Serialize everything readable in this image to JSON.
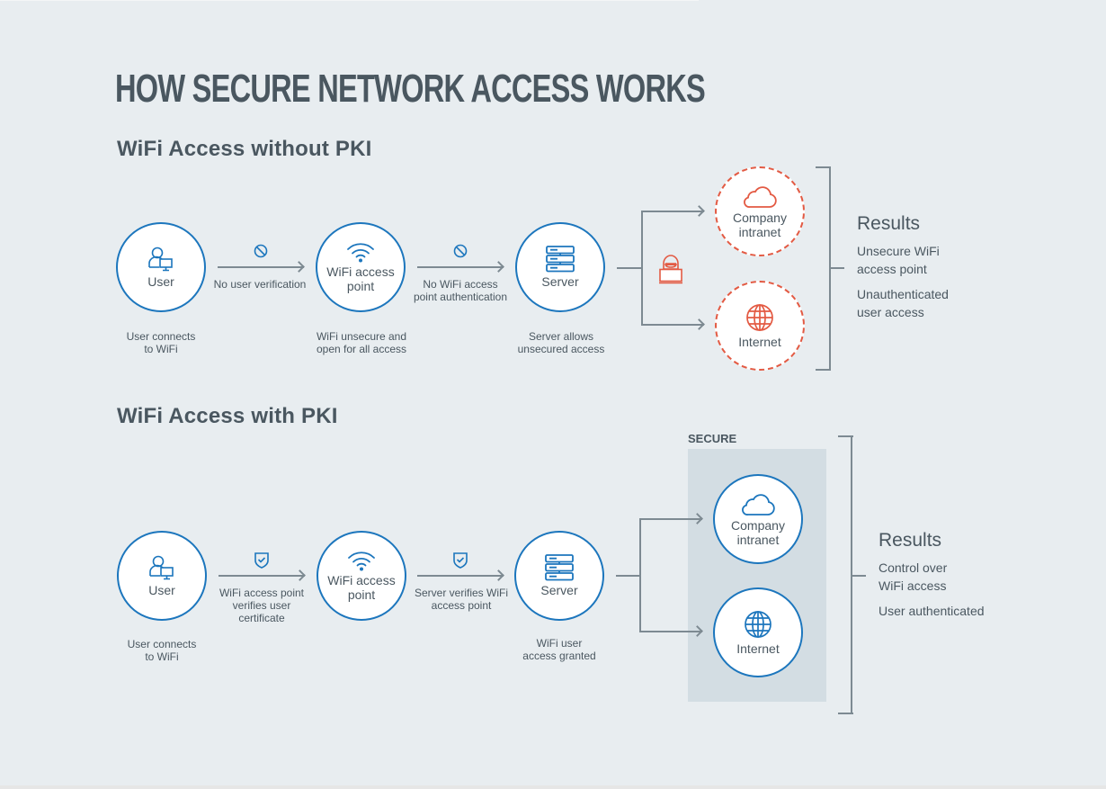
{
  "title": "HOW SECURE NETWORK ACCESS WORKS",
  "colors": {
    "background": "#e8edf0",
    "text": "#4a5760",
    "secure_blue": "#1c76bd",
    "danger_red": "#e35a43",
    "connector": "#7d8a92",
    "secure_zone": "#d3dde3"
  },
  "without_pki": {
    "heading": "WiFi Access without PKI",
    "nodes": {
      "user": {
        "label": "User",
        "icon": "user-computer-icon",
        "caption": [
          "User connects",
          "to WiFi"
        ]
      },
      "wifi": {
        "label": [
          "WiFi access",
          "point"
        ],
        "icon": "wifi-icon",
        "caption": [
          "WiFi unsecure and",
          "open for all access"
        ]
      },
      "server": {
        "label": "Server",
        "icon": "server-icon",
        "caption": [
          "Server allows",
          "unsecured access"
        ]
      },
      "intranet": {
        "label": [
          "Company",
          "intranet"
        ],
        "icon": "cloud-icon",
        "status": "unsecured"
      },
      "internet": {
        "label": "Internet",
        "icon": "globe-icon",
        "status": "unsecured"
      }
    },
    "edges": [
      {
        "icon": "prohibited-icon",
        "label": [
          "No user verification"
        ]
      },
      {
        "icon": "prohibited-icon",
        "label": [
          "No WiFi access",
          "point authentication"
        ]
      }
    ],
    "threat_icon": "hacker-icon",
    "results": {
      "title": "Results",
      "items": [
        [
          "Unsecure WiFi",
          "access point"
        ],
        [
          "Unauthenticated",
          "user access"
        ]
      ]
    }
  },
  "with_pki": {
    "heading": "WiFi Access with PKI",
    "secure_zone_label": "SECURE",
    "nodes": {
      "user": {
        "label": "User",
        "icon": "user-computer-icon",
        "caption": [
          "User connects",
          "to WiFi"
        ]
      },
      "wifi": {
        "label": [
          "WiFi access",
          "point"
        ],
        "icon": "wifi-icon"
      },
      "server": {
        "label": "Server",
        "icon": "server-icon",
        "caption": [
          "WiFi user",
          "access granted"
        ]
      },
      "intranet": {
        "label": [
          "Company",
          "intranet"
        ],
        "icon": "cloud-icon",
        "status": "secured"
      },
      "internet": {
        "label": "Internet",
        "icon": "globe-icon",
        "status": "secured"
      }
    },
    "edges": [
      {
        "icon": "shield-check-icon",
        "label": [
          "WiFi access point",
          "verifies user",
          "certificate"
        ]
      },
      {
        "icon": "shield-check-icon",
        "label": [
          "Server verifies WiFi",
          "access point"
        ]
      }
    ],
    "results": {
      "title": "Results",
      "items": [
        [
          "Control over",
          "WiFi access"
        ],
        [
          "User authenticated"
        ]
      ]
    }
  }
}
